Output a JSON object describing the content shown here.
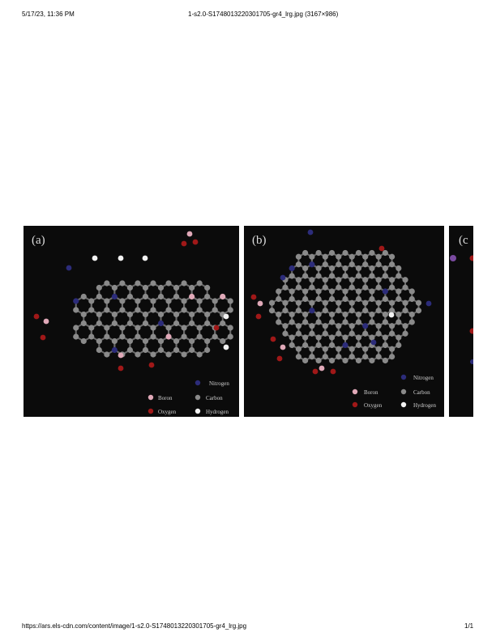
{
  "browser": {
    "datetime": "5/17/23, 11:36 PM",
    "title": "1-s2.0-S1748013220301705-gr4_lrg.jpg (3167×986)",
    "url": "https://ars.els-cdn.com/content/image/1-s2.0-S1748013220301705-gr4_lrg.jpg",
    "page": "1/1"
  },
  "figure": {
    "panels": [
      {
        "label": "(a)",
        "legend": [
          "Nitrogen",
          "Boron",
          "Carbon",
          "Oxygen",
          "Hydrogen"
        ]
      },
      {
        "label": "(b)",
        "legend": [
          "Nitrogen",
          "Boron",
          "Carbon",
          "Oxygen",
          "Hydrogen"
        ]
      },
      {
        "label": "(c"
      }
    ],
    "atom_colors": {
      "nitrogen": "#2c2c7a",
      "boron": "#e0a9b8",
      "carbon": "#8a8a8a",
      "oxygen": "#a01818",
      "hydrogen": "#f2f2f2"
    }
  }
}
